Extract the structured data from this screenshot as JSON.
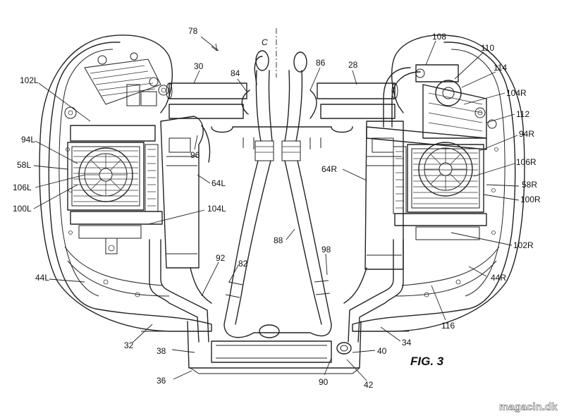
{
  "figure": {
    "caption": "FIG. 3",
    "centerline_label": "C",
    "watermark": "magacin.dk"
  },
  "labels": {
    "l78": "78",
    "l30": "30",
    "l28": "28",
    "l84": "84",
    "l86": "86",
    "l108": "108",
    "l110": "110",
    "l114": "114",
    "l102L": "102L",
    "l104R": "104R",
    "l112": "112",
    "l94L": "94L",
    "l94R": "94R",
    "l58L": "58L",
    "l96": "96",
    "l64L": "64L",
    "l64R": "64R",
    "l106R": "106R",
    "l106L": "106L",
    "l58R": "58R",
    "l100L": "100L",
    "l100R": "100R",
    "l104L": "104L",
    "l88": "88",
    "l102R": "102R",
    "l92": "92",
    "l82": "82",
    "l98": "98",
    "l44L": "44L",
    "l44R": "44R",
    "l116": "116",
    "l32": "32",
    "l34": "34",
    "l38": "38",
    "l40": "40",
    "l36": "36",
    "l90": "90",
    "l42": "42"
  }
}
